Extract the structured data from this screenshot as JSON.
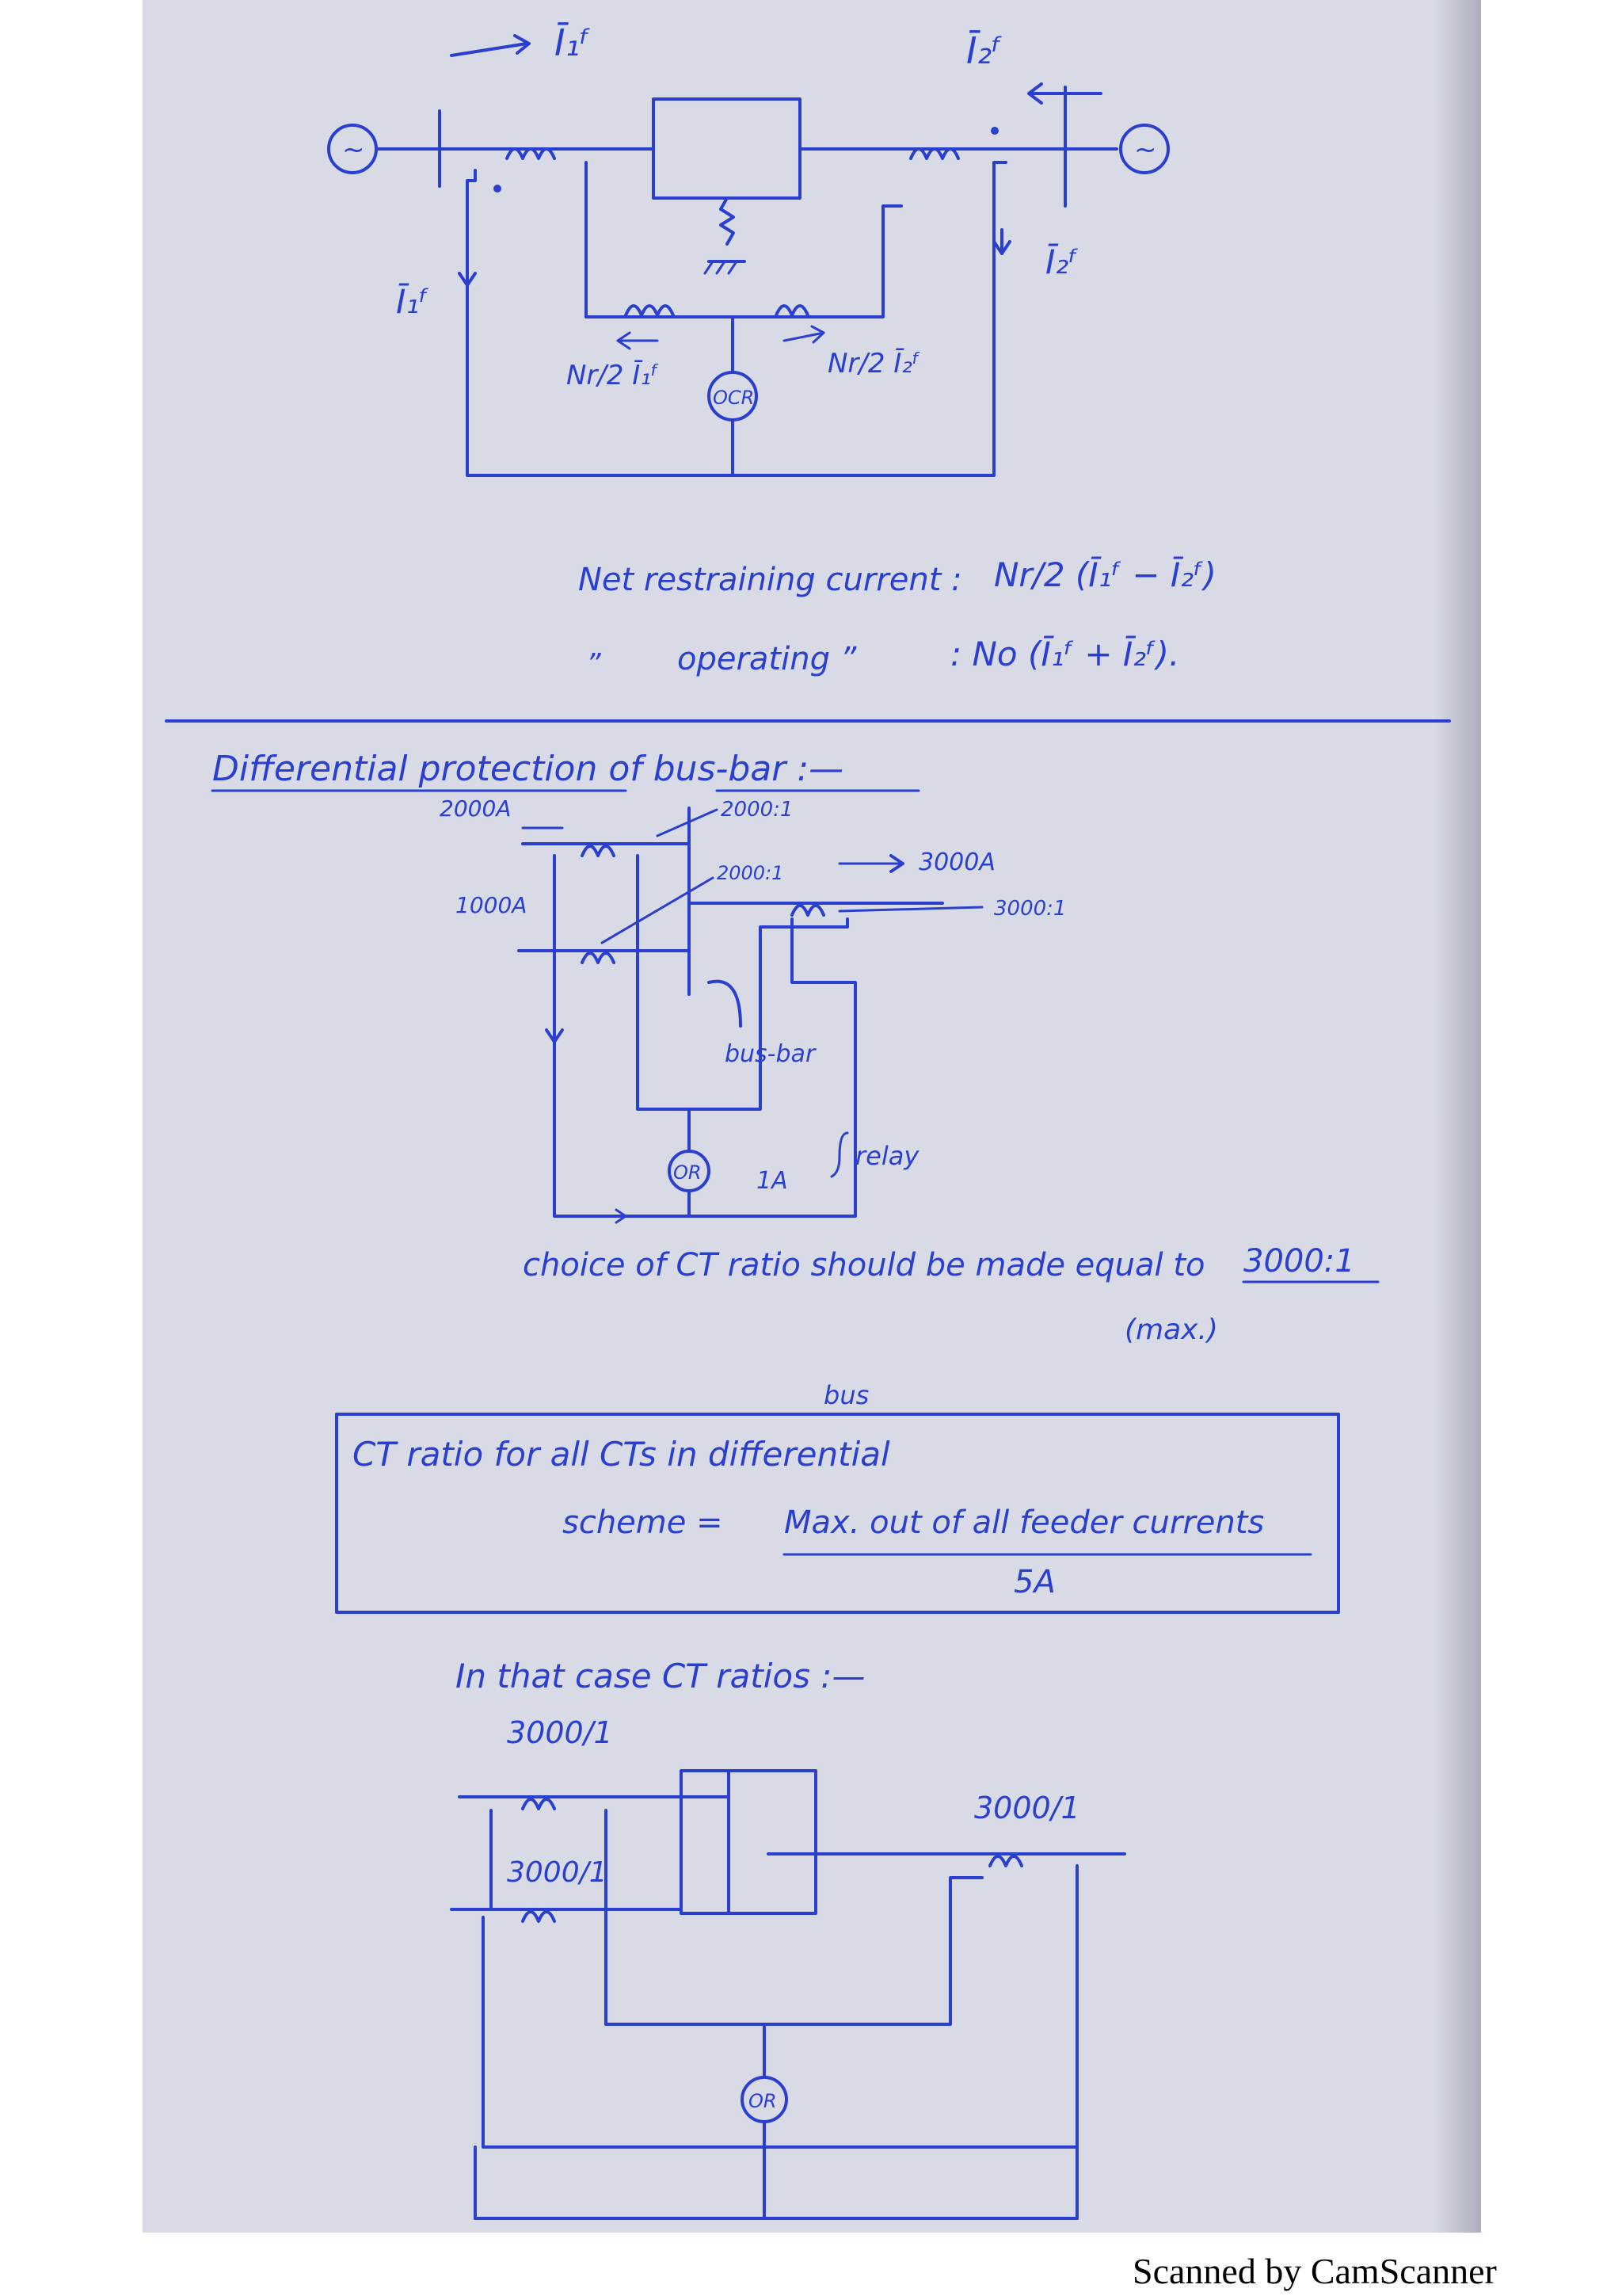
{
  "scan_footer": "Scanned by CamScanner",
  "diagram1": {
    "current_I1_top": "Ī₁ᶠ",
    "current_I2_top": "Ī₂ᶠ",
    "current_I1_left": "Ī₁ᶠ",
    "current_I2_right": "Ī₂ᶠ",
    "restraint_left": "Nr/2 Ī₁ᶠ",
    "restraint_right": "Nr/2 Ī₂ᶠ",
    "relay_label": "OCR",
    "source_symbol": "~"
  },
  "equations": {
    "restraining_label": "Net restraining current :",
    "restraining_expr": "Nr/2 (Ī₁ᶠ − Ī₂ᶠ)",
    "operating_prefix": "”",
    "operating_label": "operating ”",
    "operating_expr": ": No (Ī₁ᶠ + Ī₂ᶠ)."
  },
  "section_title": "Differential protection of bus-bar :—",
  "diagram2": {
    "current_2000": "2000A",
    "current_1000": "1000A",
    "current_3000": "3000A",
    "ratio_2000_top": "2000:1",
    "ratio_2000_mid": "2000:1",
    "ratio_3000": "3000:1",
    "busbar_label": "bus-bar",
    "relay_label": "OR",
    "relay_current": "1A",
    "relay_word": "relay"
  },
  "choice_text": "choice of CT ratio should be made equal to",
  "choice_value": "3000:1",
  "choice_note": "(max.)",
  "box": {
    "insert_word": "bus",
    "line1": "CT ratio for all CTs in differential",
    "scheme_label": "scheme =",
    "numerator": "Max. out of all feeder currents",
    "denominator": "5A"
  },
  "that_case": "In that case CT ratios :—",
  "diagram3": {
    "ratio_top_left": "3000/1",
    "ratio_right": "3000/1",
    "ratio_mid_left": "3000/1",
    "relay_label": "OR"
  }
}
